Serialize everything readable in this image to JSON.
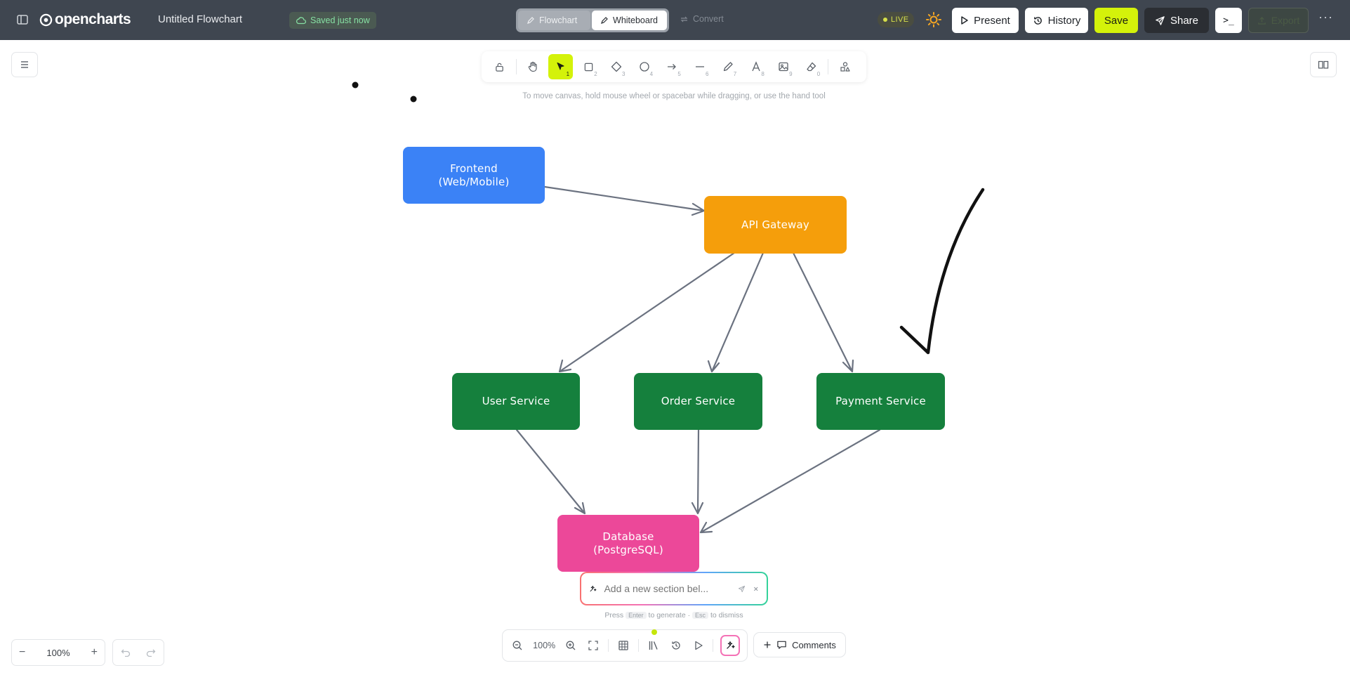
{
  "app": {
    "logo_text": "opencharts",
    "doc_title": "Untitled Flowchart",
    "saved_status": "Saved just now"
  },
  "mode_switch": {
    "flowchart_label": "Flowchart",
    "whiteboard_label": "Whiteboard",
    "active": "Whiteboard",
    "convert_label": "Convert"
  },
  "header_actions": {
    "live_label": "LIVE",
    "present_label": "Present",
    "history_label": "History",
    "save_label": "Save",
    "share_label": "Share",
    "terminal_label": ">_",
    "export_label": "Export",
    "more_label": "···"
  },
  "colors": {
    "accent": "#d4f20a",
    "topbar": "#3f4650",
    "frontend": "#3b82f6",
    "gateway": "#f59e0b",
    "service": "#15803d",
    "database": "#ec4899",
    "edge": "#6b7280"
  },
  "toolbar": {
    "tools": [
      {
        "name": "lock",
        "shortcut": ""
      },
      {
        "name": "hand",
        "shortcut": ""
      },
      {
        "name": "select",
        "shortcut": "1",
        "active": true
      },
      {
        "name": "rectangle",
        "shortcut": "2"
      },
      {
        "name": "diamond",
        "shortcut": "3"
      },
      {
        "name": "ellipse",
        "shortcut": "4"
      },
      {
        "name": "arrow",
        "shortcut": "5"
      },
      {
        "name": "line",
        "shortcut": "6"
      },
      {
        "name": "pencil",
        "shortcut": "7"
      },
      {
        "name": "text",
        "shortcut": "8"
      },
      {
        "name": "image",
        "shortcut": "9"
      },
      {
        "name": "eraser",
        "shortcut": "0"
      },
      {
        "name": "shapes-library",
        "shortcut": ""
      }
    ],
    "hint": "To move canvas, hold mouse wheel or spacebar while dragging, or use the hand tool"
  },
  "diagram": {
    "nodes": {
      "frontend": "Frontend\n(Web/Mobile)",
      "gateway": "API Gateway",
      "user_service": "User Service",
      "order_service": "Order Service",
      "payment_service": "Payment Service",
      "database": "Database\n(PostgreSQL)"
    }
  },
  "ai_prompt": {
    "placeholder": "Add a new section bel...",
    "hint_press": "Press",
    "hint_enter": "Enter",
    "hint_generate": "to generate ·",
    "hint_esc": "Esc",
    "hint_dismiss": "to dismiss"
  },
  "zoom": {
    "level": "100%",
    "minus": "−",
    "plus": "+"
  },
  "bottom_bar": {
    "zoom_level": "100%"
  },
  "comments": {
    "label": "Comments"
  }
}
